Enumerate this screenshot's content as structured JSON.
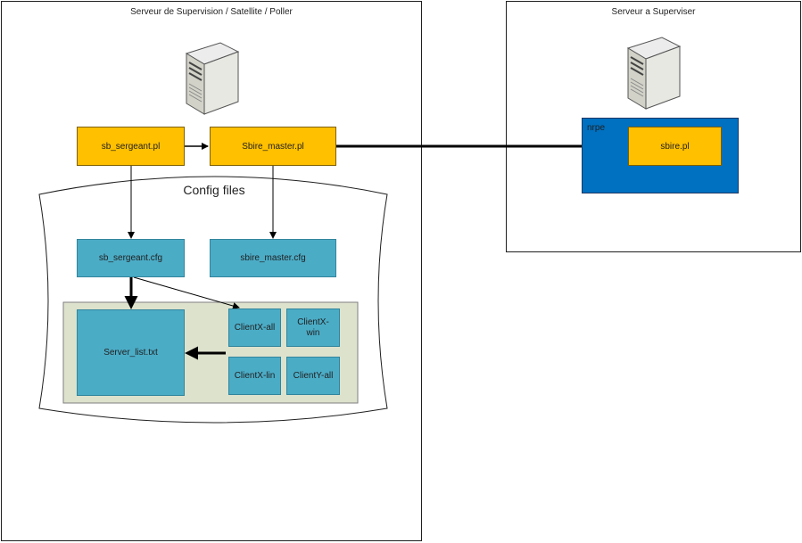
{
  "left_server": {
    "title": "Serveur de Supervision / Satellite / Poller"
  },
  "right_server": {
    "title": "Serveur a Superviser"
  },
  "scripts": {
    "sergeant": "sb_sergeant.pl",
    "master": "Sbire_master.pl",
    "sbire": "sbire.pl"
  },
  "nrpe": {
    "label": "nrpe"
  },
  "config": {
    "title": "Config files",
    "sergeant_cfg": "sb_sergeant.cfg",
    "master_cfg": "sbire_master.cfg",
    "server_list": "Server_list.txt",
    "clients": [
      "ClientX-all",
      "ClientX-\nwin",
      "ClientX-lin",
      "ClientY-all"
    ]
  },
  "colors": {
    "yellow": "#ffc000",
    "teal": "#4bacc6",
    "nrpe_blue": "#0070c0",
    "group_bg": "#dde2cd"
  }
}
